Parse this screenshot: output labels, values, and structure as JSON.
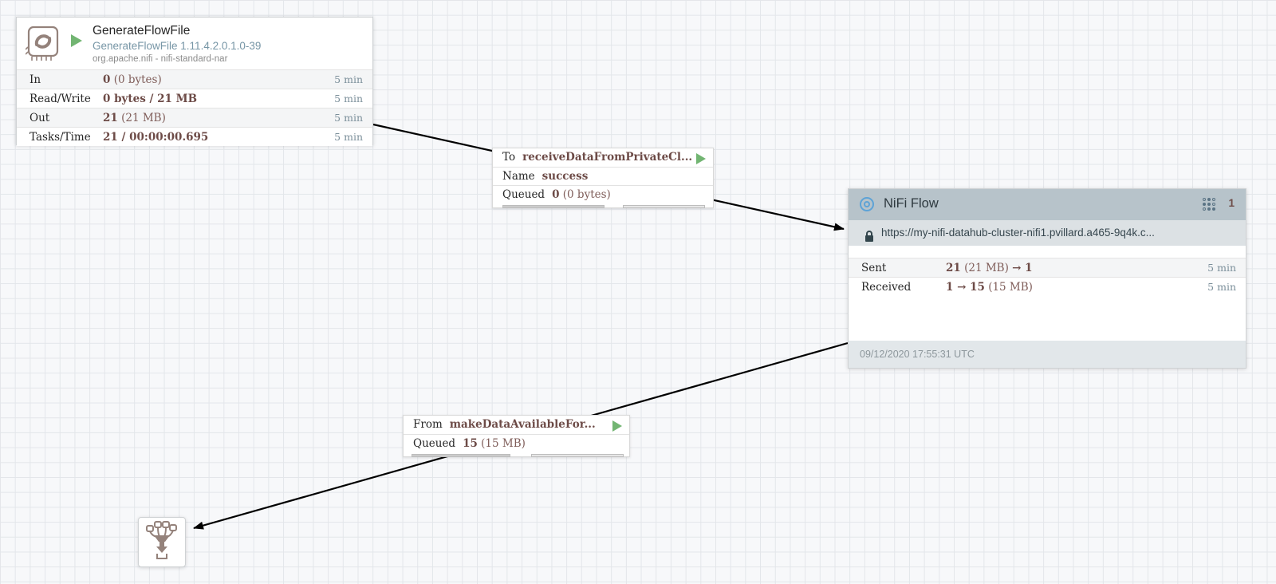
{
  "colors": {
    "value_bold": "#6d4b47",
    "value_regular": "#7f5d59",
    "run_green": "#72b572",
    "rpg_header_bg": "#b7c3ca",
    "icon_brown": "#94827b",
    "stat_window": "#7b8f9a"
  },
  "icons": {
    "processor": "processor-chip-icon",
    "play": "play-triangle-icon",
    "bullseye": "remote-group-bullseye-icon",
    "ports": "remote-ports-grid-icon",
    "lock": "lock-icon",
    "funnel": "funnel-icon",
    "arrow": "connection-arrowhead"
  },
  "processor": {
    "title": "GenerateFlowFile",
    "type": "GenerateFlowFile 1.11.4.2.0.1.0-39",
    "bundle": "org.apache.nifi - nifi-standard-nar",
    "rows": [
      {
        "label": "In",
        "v1": "0",
        "v2": " (0 bytes)",
        "window": "5 min"
      },
      {
        "label": "Read/Write",
        "v1": "0 bytes / 21 MB",
        "v2": "",
        "window": "5 min"
      },
      {
        "label": "Out",
        "v1": "21",
        "v2": " (21 MB)",
        "window": "5 min"
      },
      {
        "label": "Tasks/Time",
        "v1": "21 / 00:00:00.695",
        "v2": "",
        "window": "5 min"
      }
    ]
  },
  "connection1": {
    "to_label": "To",
    "to_name": "receiveDataFromPrivateCl...",
    "name_label": "Name",
    "name_value": "success",
    "queued_label": "Queued",
    "queued_bold": "0",
    "queued_rest": " (0 bytes)"
  },
  "connection2": {
    "from_label": "From",
    "from_name": "makeDataAvailableFor...",
    "queued_label": "Queued",
    "queued_bold": "15",
    "queued_rest": " (15 MB)"
  },
  "remote_group": {
    "title": "NiFi Flow",
    "port_count": "1",
    "url": "https://my-nifi-datahub-cluster-nifi1.pvillard.a465-9q4k.c...",
    "rows": [
      {
        "label": "Sent",
        "b1": "21",
        "r1": " (21 MB) ",
        "b2": "→ 1",
        "window": "5 min"
      },
      {
        "label": "Received",
        "b1": "1 → 15",
        "r1": " (15 MB)",
        "b2": "",
        "window": "5 min"
      }
    ],
    "last_refreshed": "09/12/2020 17:55:31 UTC"
  }
}
